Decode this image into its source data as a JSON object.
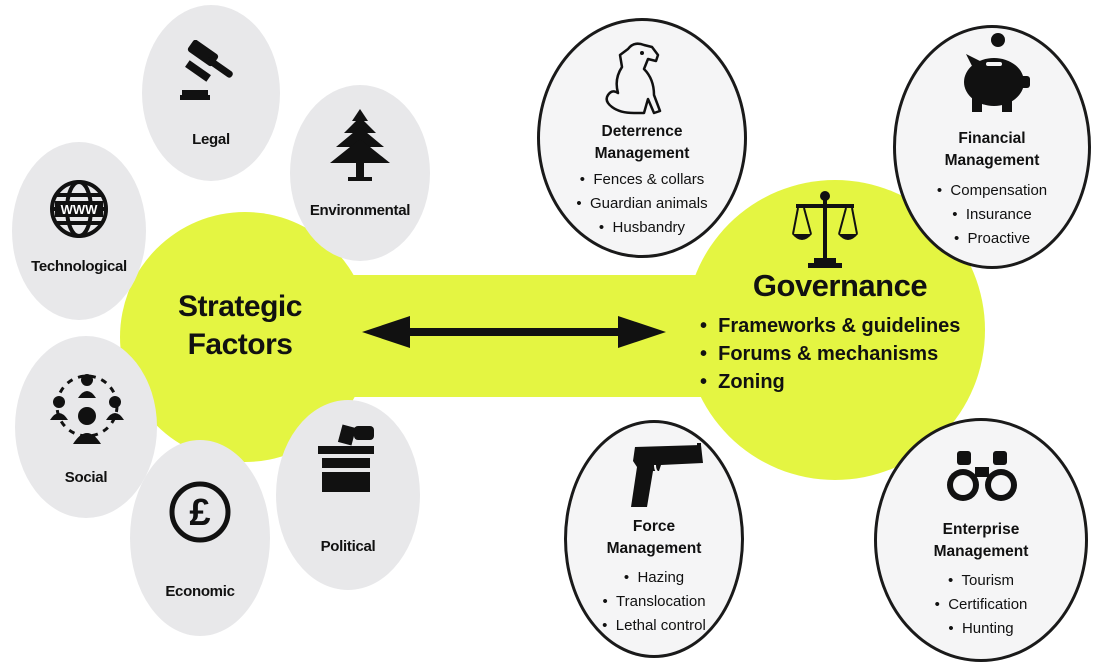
{
  "strategic": {
    "title_line1": "Strategic",
    "title_line2": "Factors",
    "factors": {
      "legal": "Legal",
      "environmental": "Environmental",
      "technological": "Technological",
      "social": "Social",
      "economic": "Economic",
      "political": "Political"
    }
  },
  "governance": {
    "title": "Governance",
    "items": [
      "Frameworks & guidelines",
      "Forums & mechanisms",
      "Zoning"
    ]
  },
  "deterrence": {
    "title_line1": "Deterrence",
    "title_line2": "Management",
    "items": [
      "Fences & collars",
      "Guardian animals",
      "Husbandry"
    ]
  },
  "financial": {
    "title_line1": "Financial",
    "title_line2": "Management",
    "items": [
      "Compensation",
      "Insurance",
      "Proactive"
    ]
  },
  "force": {
    "title_line1": "Force",
    "title_line2": "Management",
    "items": [
      "Hazing",
      "Translocation",
      "Lethal control"
    ]
  },
  "enterprise": {
    "title_line1": "Enterprise",
    "title_line2": "Management",
    "items": [
      "Tourism",
      "Certification",
      "Hunting"
    ]
  },
  "icons": {
    "legal": "gavel-icon",
    "environmental": "cedar-tree-icon",
    "technological": "www-globe-icon",
    "social": "people-network-icon",
    "economic": "pound-sign-icon",
    "political": "ballot-box-icon",
    "deterrence": "dog-icon",
    "financial": "piggy-bank-icon",
    "governance": "scales-icon",
    "force": "pistol-icon",
    "enterprise": "binoculars-icon"
  },
  "colors": {
    "highlight": "#e4f542",
    "factor_circle": "#e8e8ea",
    "outline": "#1a1a1a"
  }
}
